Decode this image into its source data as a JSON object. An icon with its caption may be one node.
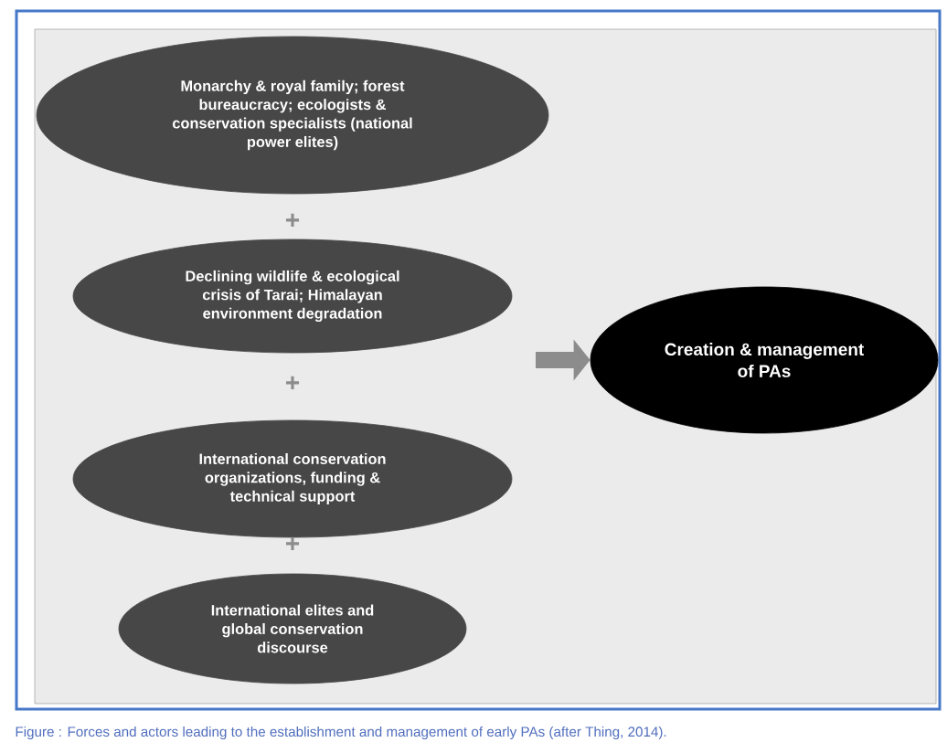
{
  "diagram": {
    "caption": "Figure : Forces and actors leading to the establishment and management of early PAs (after Thing, 2014).",
    "nodes": [
      {
        "text": [
          "Monarchy & royal family; forest bureaucracy;  ecologists & conservation specialists (national power elites)"
        ]
      },
      {
        "text": [
          "Declining wildlife  & ecological crisis of Tarai; Himalayan environment degradation"
        ]
      },
      {
        "text": [
          "International  conservation organizations, funding & technical support"
        ]
      },
      {
        "text": [
          "International elites  and global conservation discourse"
        ]
      },
      {
        "text": [
          "Creation & management of PAs"
        ]
      }
    ],
    "edges": [
      {
        "from": null,
        "to": 4,
        "arrow": "to"
      }
    ],
    "labels": [
      "+",
      "+",
      "+"
    ]
  }
}
